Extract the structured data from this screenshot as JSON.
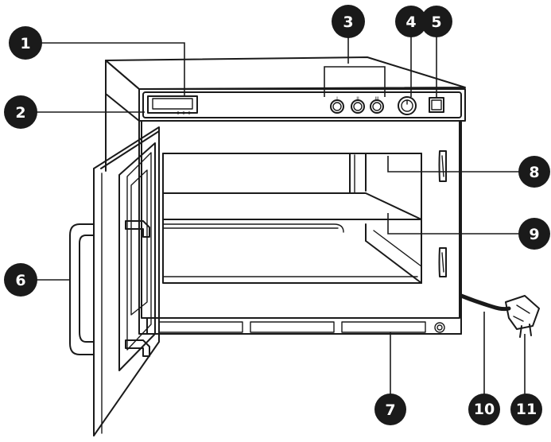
{
  "callouts": {
    "c1": "1",
    "c2": "2",
    "c3": "3",
    "c4": "4",
    "c5": "5",
    "c6": "6",
    "c7": "7",
    "c8": "8",
    "c9": "9",
    "c10": "10",
    "c11": "11"
  },
  "panel_buttons": {
    "b1": "I",
    "b2": "II",
    "b3": "III"
  },
  "colors": {
    "line": "#1a1a1a",
    "callout_fill": "#1a1a1a",
    "background": "#ffffff"
  }
}
